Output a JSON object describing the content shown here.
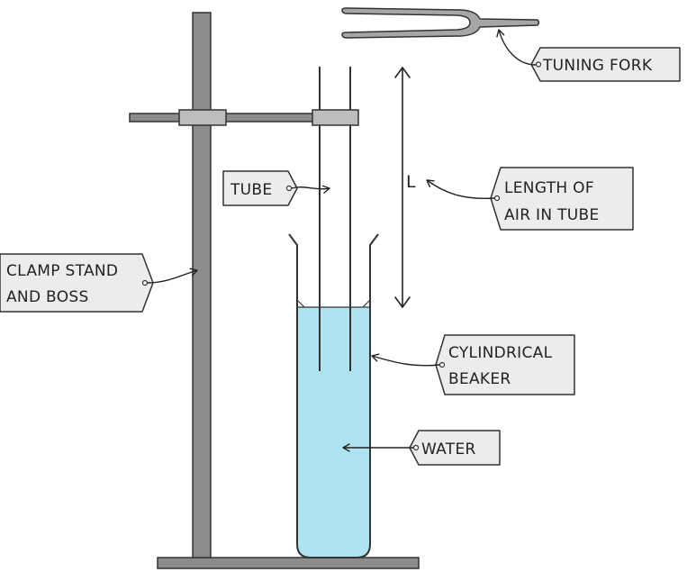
{
  "labels": {
    "tuning_fork": "TUNING FORK",
    "tube": "TUBE",
    "length_symbol": "L",
    "length_line1": "LENGTH OF",
    "length_line2": "AIR IN TUBE",
    "clamp_line1": "CLAMP STAND",
    "clamp_line2": "AND BOSS",
    "beaker_line1": "CYLINDRICAL",
    "beaker_line2": "BEAKER",
    "water": "WATER"
  },
  "colors": {
    "stand": "#8c8c8c",
    "stand_outline": "#333333",
    "clamp": "#bdbdbd",
    "water": "#aee3f2",
    "label_fill": "#ececec",
    "ink": "#222222"
  }
}
